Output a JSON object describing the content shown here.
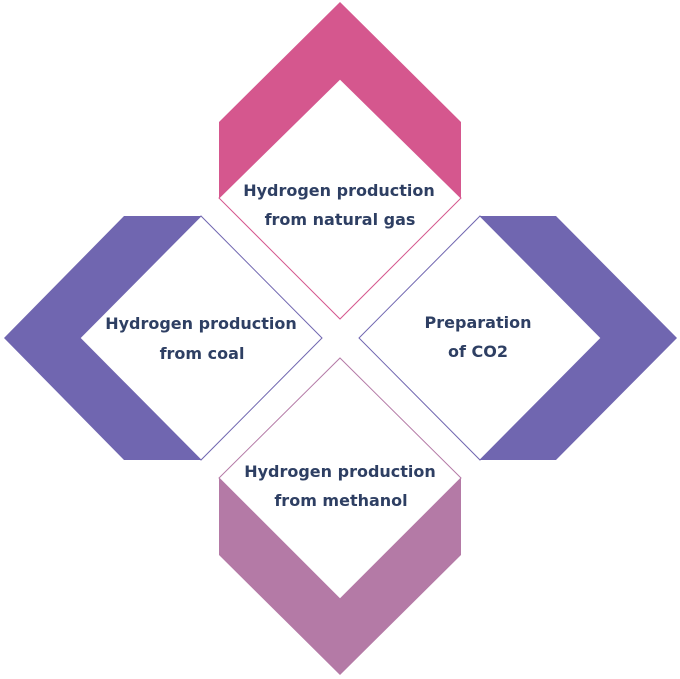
{
  "colors": {
    "top_chevron": "#d5578e",
    "left_chevron": "#7066b0",
    "right_chevron": "#7066b0",
    "bottom_chevron": "#b47aa6",
    "text": "#2e3f63",
    "panel_fill": "#ffffff"
  },
  "nodes": {
    "top": {
      "line1": "Hydrogen production",
      "line2": "from natural gas"
    },
    "left": {
      "line1": "Hydrogen production",
      "line2": "from coal"
    },
    "right": {
      "line1": "Preparation",
      "line2": "of CO2"
    },
    "bottom": {
      "line1": "Hydrogen production",
      "line2": "from methanol"
    }
  }
}
